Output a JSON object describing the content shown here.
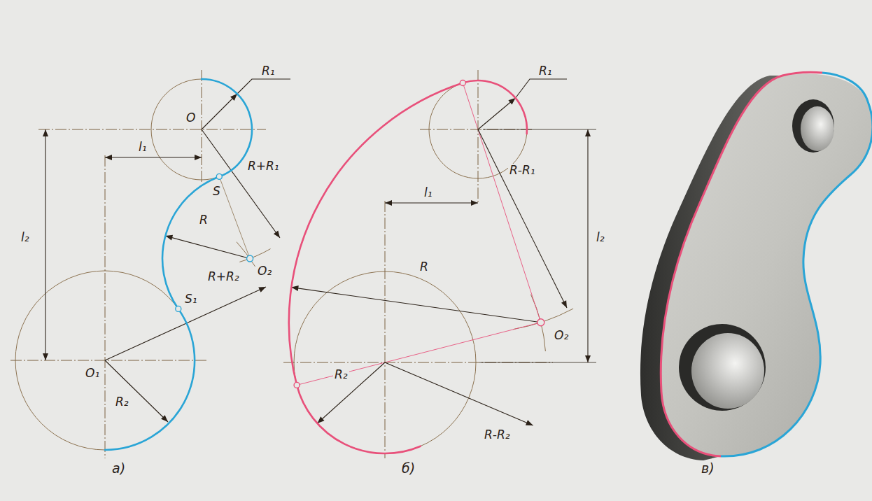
{
  "diagram": {
    "labels": [
      "R₁",
      "O",
      "l₁",
      "l₂",
      "S",
      "R+R₁",
      "R",
      "O₂",
      "S₁",
      "R+R₂",
      "O₁",
      "R₂",
      "а)",
      "R₁",
      "l₁",
      "R-R₁",
      "l₂",
      "R",
      "O₂",
      "R₂",
      "R-R₂",
      "б)",
      "в)"
    ]
  }
}
